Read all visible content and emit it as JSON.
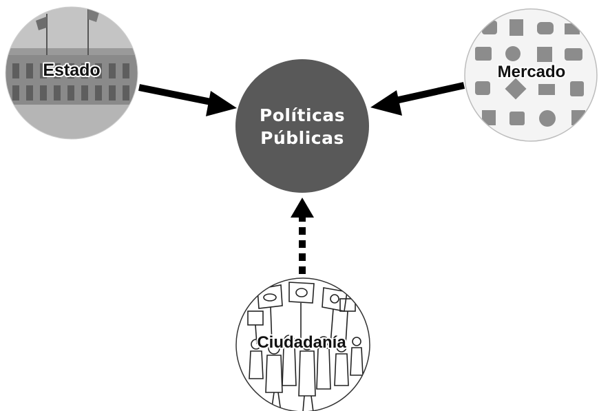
{
  "center": {
    "line1": "Políticas",
    "line2": "Públicas"
  },
  "nodes": {
    "estado": "Estado",
    "mercado": "Mercado",
    "ciudadania": "Ciudadanía"
  },
  "colors": {
    "center_fill": "#595959",
    "arrow": "#000000"
  }
}
